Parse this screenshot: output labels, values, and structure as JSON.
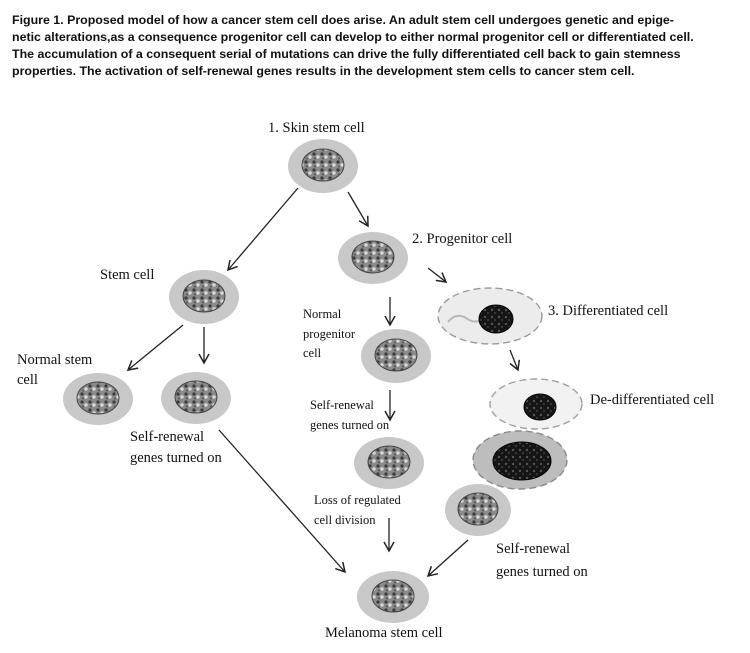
{
  "caption": {
    "lines": [
      "Figure 1. Proposed model of how a cancer stem cell does arise. An adult stem cell undergoes genetic and epige-",
      "netic alterations,as a consequence progenitor cell can develop to either normal progenitor cell or differentiated cell.",
      "The accumulation of a consequent serial of mutations can drive the fully differentiated cell back to gain stemness",
      "properties. The activation of self-renewal genes results in the development stem cells to cancer stem cell."
    ]
  },
  "labels": {
    "skin_stem_cell": "1. Skin stem cell",
    "progenitor_cell": "2. Progenitor cell",
    "differentiated_cell": "3. Differentiated cell",
    "stem_cell": "Stem cell",
    "normal_stem_cell_1": "Normal stem",
    "normal_stem_cell_2": "cell",
    "normal_progenitor_1": "Normal",
    "normal_progenitor_2": "progenitor",
    "normal_progenitor_3": "cell",
    "self_renewal_left_1": "Self-renewal",
    "self_renewal_left_2": "genes turned on",
    "self_renewal_mid_1": "Self-renewal",
    "self_renewal_mid_2": "genes turned on",
    "loss_regulated_1": "Loss of regulated",
    "loss_regulated_2": "cell division",
    "de_differentiated": "De-differentiated cell",
    "self_renewal_right_1": "Self-renewal",
    "self_renewal_right_2": "genes turned on",
    "melanoma_stem_cell": "Melanoma stem cell"
  },
  "colors": {
    "cell_body": "#c8c8c8",
    "nucleus": "#7a7a7a",
    "dark_nucleus": "#1e1e1e",
    "arrow": "#222222"
  }
}
